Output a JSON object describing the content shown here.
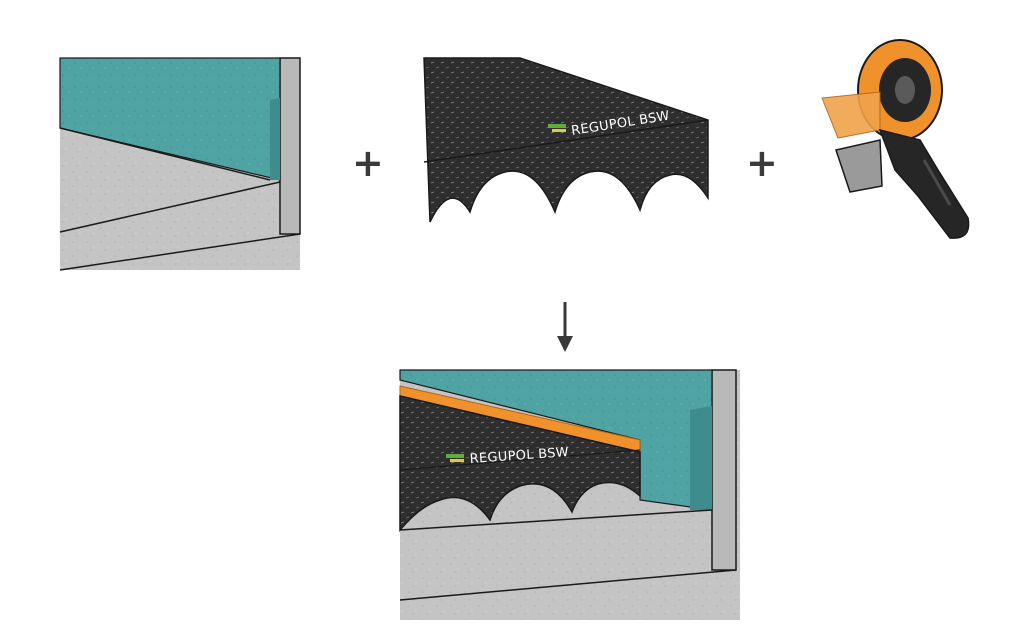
{
  "brand": {
    "label": "REGUPOL BSW"
  },
  "operators": {
    "plus": "+",
    "arrow": "↓"
  },
  "colors": {
    "concrete": "#c4c4c4",
    "concrete_dark": "#a9a9a9",
    "teal_insulation": "#4fa3a2",
    "rubber_mat": "#2e2e2e",
    "tape_orange": "#f0922b",
    "dispenser_black": "#262626",
    "outline": "#1a1a1a"
  },
  "panels": {
    "wall_corner": "wall-corner-with-edge-insulation",
    "rubber_mat": "regupol-rubber-mat",
    "tape_dispenser": "tape-dispenser",
    "result": "assembled-floor-detail"
  }
}
